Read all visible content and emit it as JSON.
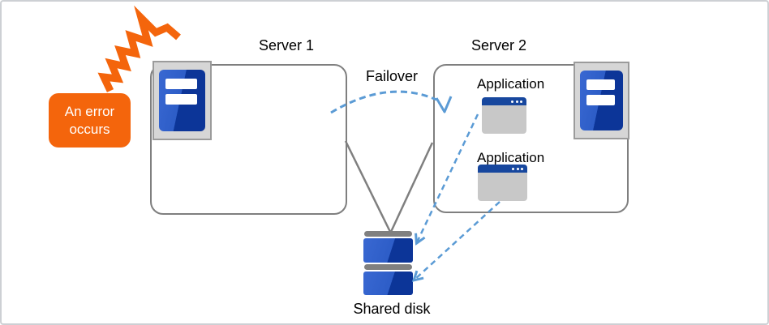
{
  "error_callout": {
    "line1": "An error",
    "line2": "occurs"
  },
  "server1": {
    "label": "Server 1"
  },
  "server2": {
    "label": "Server 2",
    "applications": [
      {
        "label": "Application"
      },
      {
        "label": "Application"
      }
    ]
  },
  "failover": {
    "label": "Failover"
  },
  "shared_disk": {
    "label": "Shared disk"
  },
  "colors": {
    "accent_orange": "#f4650c",
    "arrow_blue": "#5b9bd5",
    "server_blue_light": "#2d5dc7",
    "server_blue_dark": "#0c3598",
    "app_titlebar_blue": "#17479e",
    "line_gray": "#7f7f7f"
  }
}
